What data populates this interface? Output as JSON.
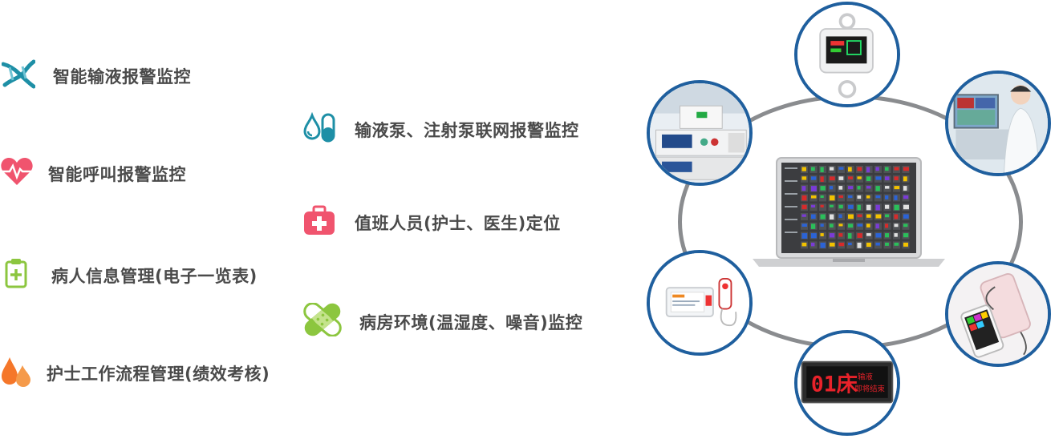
{
  "features": {
    "infusion_alarm": "智能输液报警监控",
    "pump_alarm": "输液泵、注射泵联网报警监控",
    "call_alarm": "智能呼叫报警监控",
    "staff_location": "值班人员(护士、医生)定位",
    "patient_info": "病人信息管理(电子一览表)",
    "ward_environment": "病房环境(温湿度、噪音)监控",
    "nurse_workflow": "护士工作流程管理(绩效考核)"
  },
  "bed_display": {
    "bed": "01床",
    "line1": "输液",
    "line2": "即将结束"
  },
  "colors": {
    "text": "#4a4a4a",
    "teal": "#1e8fa6",
    "pink": "#f0546e",
    "green": "#8cc63f",
    "orange": "#f5772a",
    "ring": "#8a8c8f",
    "node_border": "#1f5f9e",
    "led_red": "#e8222a"
  },
  "icons": {
    "infusion_alarm": "dna-icon",
    "pump_alarm": "drop-capsule-icon",
    "call_alarm": "heartbeat-icon",
    "staff_location": "medical-kit-icon",
    "patient_info": "clipboard-plus-icon",
    "ward_environment": "bandage-icon",
    "nurse_workflow": "drops-icon"
  }
}
